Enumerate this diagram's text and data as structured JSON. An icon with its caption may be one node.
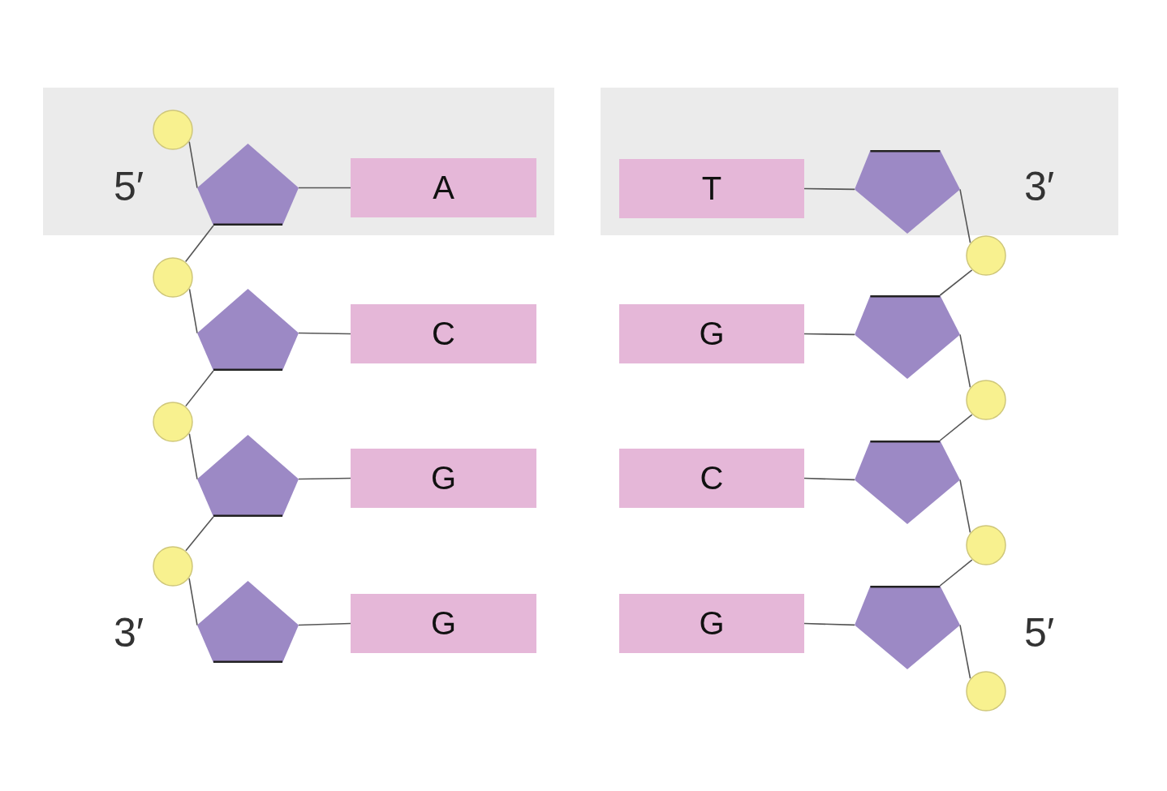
{
  "diagram": {
    "nodes": [
      {
        "text": [],
        "shape": "circle"
      },
      {
        "text": [],
        "shape": "pentagon"
      },
      {
        "text": [
          "A"
        ]
      },
      {
        "text": [
          "T"
        ]
      },
      {
        "text": [],
        "shape": "pentagon"
      },
      {
        "text": [],
        "shape": "circle"
      },
      {
        "text": [],
        "shape": "circle"
      },
      {
        "text": [],
        "shape": "pentagon"
      },
      {
        "text": [
          "C"
        ]
      },
      {
        "text": [
          "G"
        ]
      },
      {
        "text": [],
        "shape": "pentagon"
      },
      {
        "text": [],
        "shape": "circle"
      },
      {
        "text": [],
        "shape": "circle"
      },
      {
        "text": [],
        "shape": "pentagon"
      },
      {
        "text": [
          "G"
        ]
      },
      {
        "text": [
          "C"
        ]
      },
      {
        "text": [],
        "shape": "pentagon"
      },
      {
        "text": [],
        "shape": "circle"
      },
      {
        "text": [],
        "shape": "circle"
      },
      {
        "text": [],
        "shape": "pentagon"
      },
      {
        "text": [
          "G"
        ]
      },
      {
        "text": [
          "G"
        ]
      },
      {
        "text": [],
        "shape": "pentagon"
      },
      {
        "text": [],
        "shape": "circle"
      }
    ],
    "edges": [
      {
        "from": 0,
        "to": 1,
        "arrow": "none"
      },
      {
        "from": 1,
        "to": 2,
        "arrow": "none"
      },
      {
        "from": 1,
        "to": 6,
        "arrow": "none"
      },
      {
        "from": 6,
        "to": 7,
        "arrow": "none"
      },
      {
        "from": 7,
        "to": 8,
        "arrow": "none"
      },
      {
        "from": 7,
        "to": 12,
        "arrow": "none"
      },
      {
        "from": 12,
        "to": 13,
        "arrow": "none"
      },
      {
        "from": 13,
        "to": 14,
        "arrow": "none"
      },
      {
        "from": 13,
        "to": 18,
        "arrow": "none"
      },
      {
        "from": 18,
        "to": 19,
        "arrow": "none"
      },
      {
        "from": 19,
        "to": 20,
        "arrow": "none"
      },
      {
        "from": 3,
        "to": 4,
        "arrow": "none"
      },
      {
        "from": 4,
        "to": 5,
        "arrow": "none"
      },
      {
        "from": 5,
        "to": 10,
        "arrow": "none"
      },
      {
        "from": 9,
        "to": 10,
        "arrow": "none"
      },
      {
        "from": 10,
        "to": 11,
        "arrow": "none"
      },
      {
        "from": 11,
        "to": 16,
        "arrow": "none"
      },
      {
        "from": 15,
        "to": 16,
        "arrow": "none"
      },
      {
        "from": 16,
        "to": 17,
        "arrow": "none"
      },
      {
        "from": 17,
        "to": 22,
        "arrow": "none"
      },
      {
        "from": 21,
        "to": 22,
        "arrow": "none"
      },
      {
        "from": 22,
        "to": 23,
        "arrow": "none"
      }
    ],
    "labels": [
      "5′",
      "3′",
      "3′",
      "5′"
    ]
  }
}
